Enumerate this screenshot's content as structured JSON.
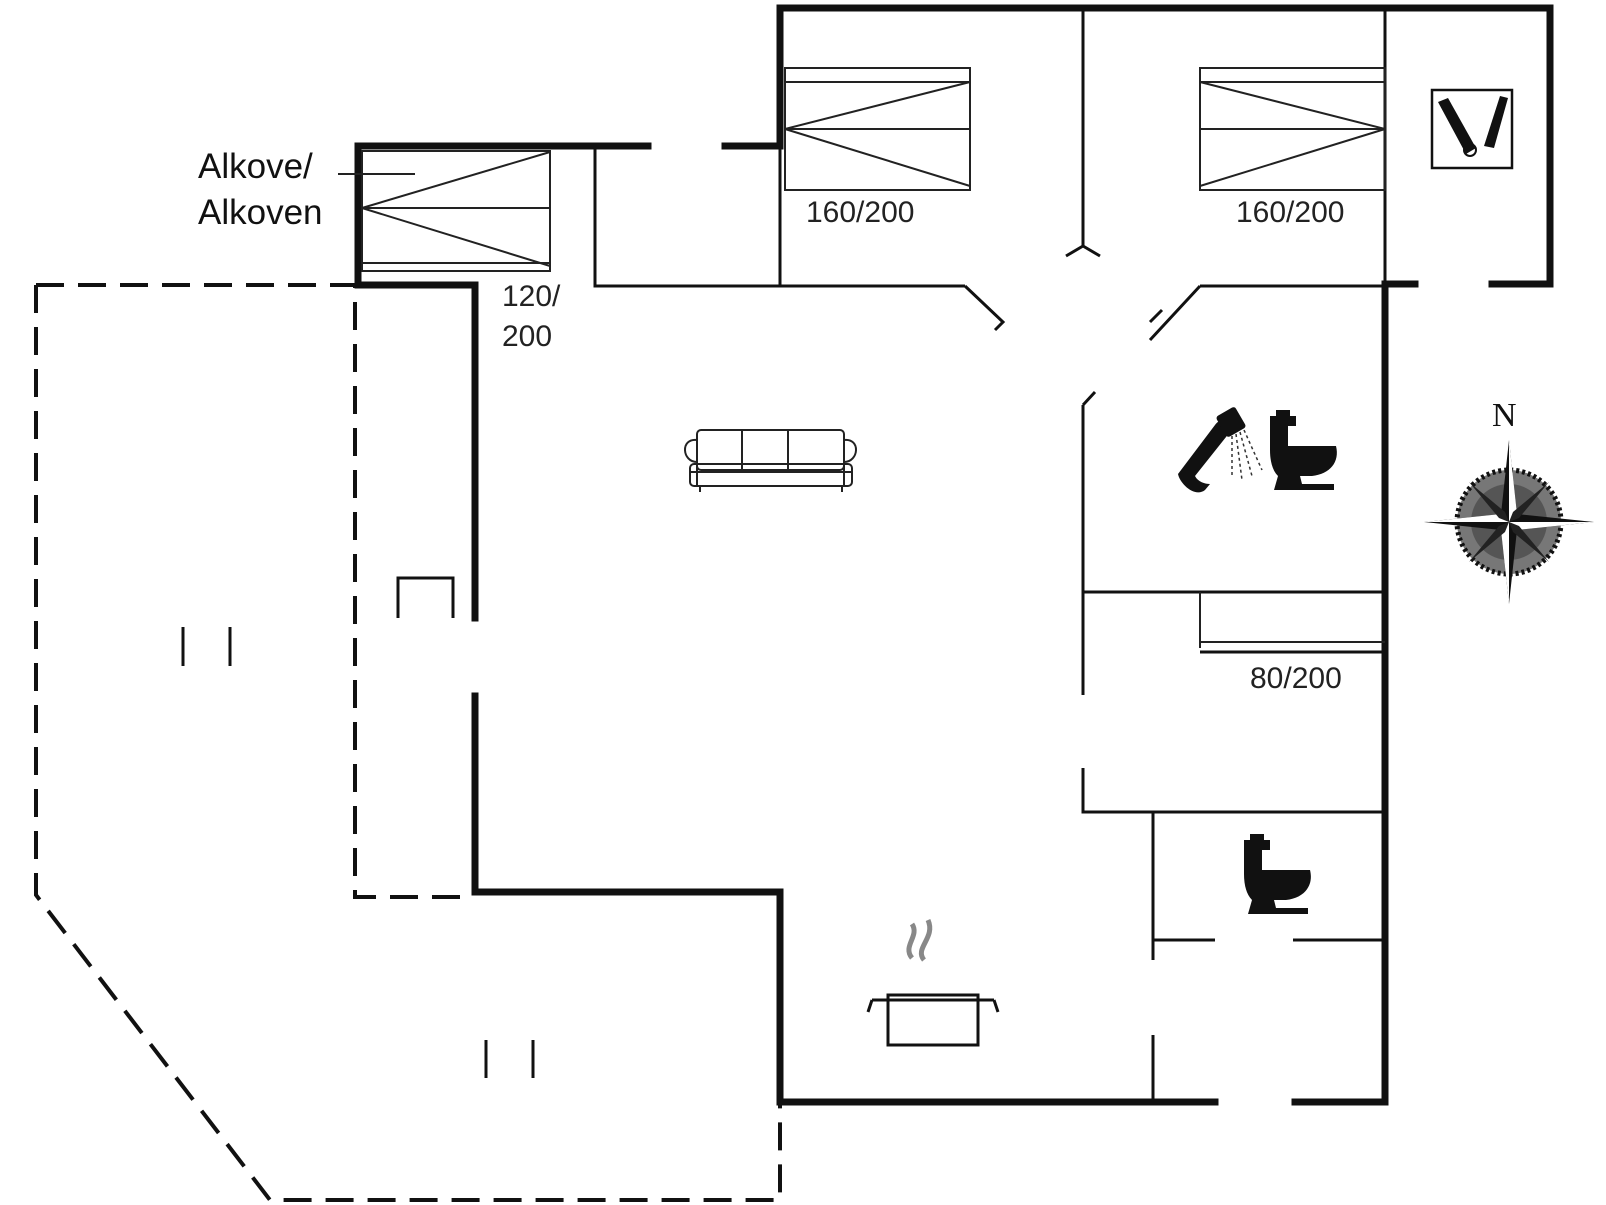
{
  "labels": {
    "alkove_line1": "Alkove/",
    "alkove_line2": "Alkoven",
    "bed_alcove_line1": "120/",
    "bed_alcove_line2": "200",
    "bed_room1": "160/200",
    "bed_room2": "160/200",
    "bed_room3": "80/200",
    "north": "N"
  },
  "icons": {
    "bed": "bed-icon",
    "sofa": "sofa-icon",
    "shower": "shower-icon",
    "toilet": "toilet-icon",
    "cooking_pot": "cooking-pot-icon",
    "washing_machine": "utility-icon",
    "compass": "compass-rose-icon"
  },
  "colors": {
    "wall": "#111111",
    "background": "#ffffff"
  }
}
